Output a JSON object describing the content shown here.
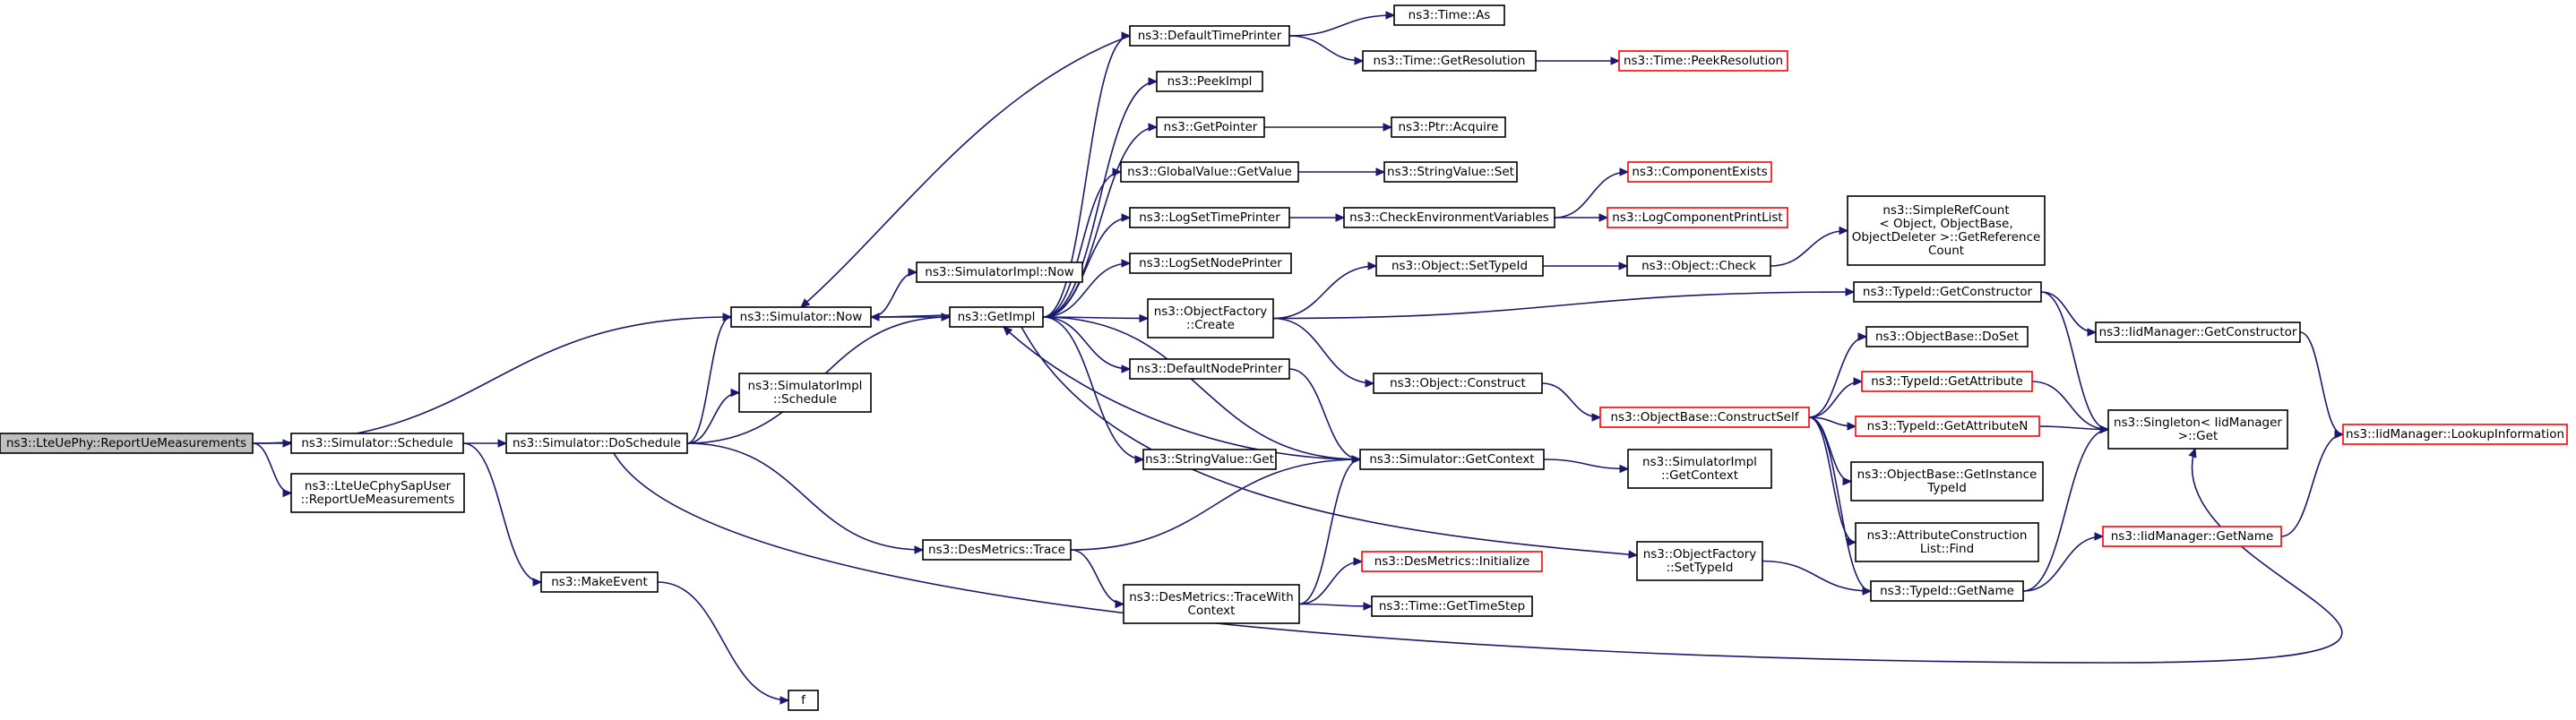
{
  "graph": {
    "nodes": [
      {
        "id": "root",
        "lines": [
          "ns3::LteUePhy::ReportUeMeasurements"
        ],
        "root": true,
        "red": false
      },
      {
        "id": "sched",
        "lines": [
          "ns3::Simulator::Schedule"
        ],
        "red": false
      },
      {
        "id": "sapuser",
        "lines": [
          "ns3::LteUeCphySapUser",
          "::ReportUeMeasurements"
        ],
        "red": false
      },
      {
        "id": "now",
        "lines": [
          "ns3::Simulator::Now"
        ],
        "red": false
      },
      {
        "id": "dosched",
        "lines": [
          "ns3::Simulator::DoSchedule"
        ],
        "red": false
      },
      {
        "id": "makeevent",
        "lines": [
          "ns3::MakeEvent"
        ],
        "red": false
      },
      {
        "id": "f",
        "lines": [
          "f"
        ],
        "red": false
      },
      {
        "id": "simimplnow",
        "lines": [
          "ns3::SimulatorImpl::Now"
        ],
        "red": false
      },
      {
        "id": "simimplsched",
        "lines": [
          "ns3::SimulatorImpl",
          "::Schedule"
        ],
        "red": false
      },
      {
        "id": "getimpl",
        "lines": [
          "ns3::GetImpl"
        ],
        "red": false
      },
      {
        "id": "destrace",
        "lines": [
          "ns3::DesMetrics::Trace"
        ],
        "red": false
      },
      {
        "id": "deftime",
        "lines": [
          "ns3::DefaultTimePrinter"
        ],
        "red": false
      },
      {
        "id": "peekimpl",
        "lines": [
          "ns3::PeekImpl"
        ],
        "red": false
      },
      {
        "id": "getpointer",
        "lines": [
          "ns3::GetPointer"
        ],
        "red": false
      },
      {
        "id": "gvget",
        "lines": [
          "ns3::GlobalValue::GetValue"
        ],
        "red": false
      },
      {
        "id": "logtime",
        "lines": [
          "ns3::LogSetTimePrinter"
        ],
        "red": false
      },
      {
        "id": "lognode",
        "lines": [
          "ns3::LogSetNodePrinter"
        ],
        "red": false
      },
      {
        "id": "ofcreate",
        "lines": [
          "ns3::ObjectFactory",
          "::Create"
        ],
        "red": false
      },
      {
        "id": "defnode",
        "lines": [
          "ns3::DefaultNodePrinter"
        ],
        "red": false
      },
      {
        "id": "strget",
        "lines": [
          "ns3::StringValue::Get"
        ],
        "red": false
      },
      {
        "id": "tracewith",
        "lines": [
          "ns3::DesMetrics::TraceWith",
          "Context"
        ],
        "red": false
      },
      {
        "id": "timeas",
        "lines": [
          "ns3::Time::As"
        ],
        "red": false
      },
      {
        "id": "getres",
        "lines": [
          "ns3::Time::GetResolution"
        ],
        "red": false
      },
      {
        "id": "peekres",
        "lines": [
          "ns3::Time::PeekResolution"
        ],
        "red": true
      },
      {
        "id": "ptracq",
        "lines": [
          "ns3::Ptr::Acquire"
        ],
        "red": false
      },
      {
        "id": "strset",
        "lines": [
          "ns3::StringValue::Set"
        ],
        "red": false
      },
      {
        "id": "checkenv",
        "lines": [
          "ns3::CheckEnvironmentVariables"
        ],
        "red": false
      },
      {
        "id": "compexists",
        "lines": [
          "ns3::ComponentExists"
        ],
        "red": true
      },
      {
        "id": "logcomp",
        "lines": [
          "ns3::LogComponentPrintList"
        ],
        "red": true
      },
      {
        "id": "settypeid",
        "lines": [
          "ns3::Object::SetTypeId"
        ],
        "red": false
      },
      {
        "id": "objcheck",
        "lines": [
          "ns3::Object::Check"
        ],
        "red": false
      },
      {
        "id": "refcount",
        "lines": [
          "ns3::SimpleRefCount",
          "< Object, ObjectBase,",
          " ObjectDeleter >::GetReference",
          "Count"
        ],
        "red": false
      },
      {
        "id": "objconstruct",
        "lines": [
          "ns3::Object::Construct"
        ],
        "red": false
      },
      {
        "id": "getcontext",
        "lines": [
          "ns3::Simulator::GetContext"
        ],
        "red": false
      },
      {
        "id": "desinit",
        "lines": [
          "ns3::DesMetrics::Initialize"
        ],
        "red": true
      },
      {
        "id": "gettimestep",
        "lines": [
          "ns3::Time::GetTimeStep"
        ],
        "red": false
      },
      {
        "id": "tidgetctor",
        "lines": [
          "ns3::TypeId::GetConstructor"
        ],
        "red": false
      },
      {
        "id": "obconstructself",
        "lines": [
          "ns3::ObjectBase::ConstructSelf"
        ],
        "red": true
      },
      {
        "id": "simimplctx",
        "lines": [
          "ns3::SimulatorImpl",
          "::GetContext"
        ],
        "red": false
      },
      {
        "id": "ofsettypeid",
        "lines": [
          "ns3::ObjectFactory",
          "::SetTypeId"
        ],
        "red": false
      },
      {
        "id": "obdoset",
        "lines": [
          "ns3::ObjectBase::DoSet"
        ],
        "red": false
      },
      {
        "id": "tidgetattr",
        "lines": [
          "ns3::TypeId::GetAttribute"
        ],
        "red": true
      },
      {
        "id": "tidgetattrn",
        "lines": [
          "ns3::TypeId::GetAttributeN"
        ],
        "red": true
      },
      {
        "id": "obinstance",
        "lines": [
          "ns3::ObjectBase::GetInstance",
          "TypeId"
        ],
        "red": false
      },
      {
        "id": "attrfind",
        "lines": [
          "ns3::AttributeConstruction",
          "List::Find"
        ],
        "red": false
      },
      {
        "id": "tidgetname",
        "lines": [
          "ns3::TypeId::GetName"
        ],
        "red": false
      },
      {
        "id": "iidgetctor",
        "lines": [
          "ns3::IidManager::GetConstructor"
        ],
        "red": false
      },
      {
        "id": "singleton",
        "lines": [
          "ns3::Singleton< IidManager",
          " >::Get"
        ],
        "red": false
      },
      {
        "id": "iidgetname",
        "lines": [
          "ns3::IidManager::GetName"
        ],
        "red": true
      },
      {
        "id": "iidlookup",
        "lines": [
          "ns3::IidManager::LookupInformation"
        ],
        "red": true
      }
    ],
    "edges": [
      [
        "root",
        "sched"
      ],
      [
        "root",
        "sapuser"
      ],
      [
        "root",
        "now"
      ],
      [
        "sched",
        "dosched"
      ],
      [
        "sched",
        "makeevent"
      ],
      [
        "makeevent",
        "f"
      ],
      [
        "dosched",
        "now"
      ],
      [
        "dosched",
        "simimplsched"
      ],
      [
        "dosched",
        "getimpl"
      ],
      [
        "dosched",
        "destrace"
      ],
      [
        "dosched",
        "singleton"
      ],
      [
        "now",
        "simimplnow"
      ],
      [
        "now",
        "getimpl"
      ],
      [
        "getimpl",
        "deftime"
      ],
      [
        "getimpl",
        "peekimpl"
      ],
      [
        "getimpl",
        "getpointer"
      ],
      [
        "getimpl",
        "gvget"
      ],
      [
        "getimpl",
        "logtime"
      ],
      [
        "getimpl",
        "lognode"
      ],
      [
        "getimpl",
        "ofcreate"
      ],
      [
        "getimpl",
        "defnode"
      ],
      [
        "getimpl",
        "strget"
      ],
      [
        "getimpl",
        "getcontext"
      ],
      [
        "getimpl",
        "now"
      ],
      [
        "getimpl",
        "ofsettypeid"
      ],
      [
        "deftime",
        "timeas"
      ],
      [
        "deftime",
        "getres"
      ],
      [
        "deftime",
        "now"
      ],
      [
        "getres",
        "peekres"
      ],
      [
        "getpointer",
        "ptracq"
      ],
      [
        "gvget",
        "strset"
      ],
      [
        "logtime",
        "checkenv"
      ],
      [
        "checkenv",
        "compexists"
      ],
      [
        "checkenv",
        "logcomp"
      ],
      [
        "ofcreate",
        "settypeid"
      ],
      [
        "ofcreate",
        "objconstruct"
      ],
      [
        "ofcreate",
        "tidgetctor"
      ],
      [
        "settypeid",
        "objcheck"
      ],
      [
        "objcheck",
        "refcount"
      ],
      [
        "objconstruct",
        "obconstructself"
      ],
      [
        "defnode",
        "getcontext"
      ],
      [
        "getcontext",
        "getimpl"
      ],
      [
        "getcontext",
        "simimplctx"
      ],
      [
        "destrace",
        "getcontext"
      ],
      [
        "destrace",
        "tracewith"
      ],
      [
        "tracewith",
        "getcontext"
      ],
      [
        "tracewith",
        "desinit"
      ],
      [
        "tracewith",
        "gettimestep"
      ],
      [
        "obconstructself",
        "obdoset"
      ],
      [
        "obconstructself",
        "tidgetattr"
      ],
      [
        "obconstructself",
        "tidgetattrn"
      ],
      [
        "obconstructself",
        "obinstance"
      ],
      [
        "obconstructself",
        "attrfind"
      ],
      [
        "obconstructself",
        "tidgetname"
      ],
      [
        "tidgetattr",
        "singleton"
      ],
      [
        "tidgetattrn",
        "singleton"
      ],
      [
        "tidgetctor",
        "iidgetctor"
      ],
      [
        "tidgetctor",
        "singleton"
      ],
      [
        "iidgetctor",
        "iidlookup"
      ],
      [
        "ofsettypeid",
        "tidgetname"
      ],
      [
        "tidgetname",
        "singleton"
      ],
      [
        "tidgetname",
        "iidgetname"
      ],
      [
        "iidgetname",
        "iidlookup"
      ]
    ]
  }
}
